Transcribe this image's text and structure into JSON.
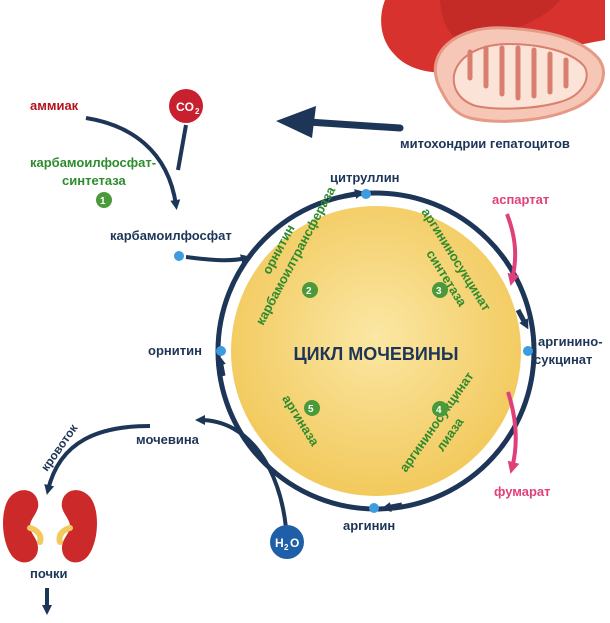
{
  "diagram": {
    "title": "ЦИКЛ МОЧЕВИНЫ",
    "mito_label": "митохондрии гепатоцитов",
    "inputs": {
      "ammonia": "аммиак",
      "co2": "CO",
      "co2_sub": "2",
      "aspartate": "аспартат",
      "water": "H",
      "water_sub": "2",
      "water_o": "O"
    },
    "metabolites": {
      "carbamoyl_phosphate": "карбамоилфосфат",
      "citrulline": "цитруллин",
      "argininosuccinate_line1": "аргинино-",
      "argininosuccinate_line2": "сукцинат",
      "arginine": "аргинин",
      "ornithine": "орнитин",
      "fumarate": "фумарат",
      "urea": "мочевина"
    },
    "outputs": {
      "bloodstream": "кровоток",
      "kidneys": "почки"
    },
    "enzymes": [
      {
        "num": "1",
        "line1": "карбамоилфосфат-",
        "line2": "синтетаза"
      },
      {
        "num": "2",
        "line1": "орнитин",
        "line2": "карбамоилтрансфераза"
      },
      {
        "num": "3",
        "line1": "аргининосукцинат",
        "line2": "синтетаза"
      },
      {
        "num": "4",
        "line1": "аргининосукцинат",
        "line2": "лиаза"
      },
      {
        "num": "5",
        "line1": "аргиназа",
        "line2": ""
      }
    ],
    "colors": {
      "cycle_line": "#1d3557",
      "cycle_fill": "#f7d777",
      "node": "#3d9be0",
      "enzyme_text": "#2e8b2e",
      "enzyme_badge": "#4a9a3a",
      "reactant_red": "#b5121b",
      "aspartate_pink": "#e0407a",
      "co2_circle": "#c8202e",
      "water_circle": "#1f5fa8",
      "liver": "#d8322e",
      "mitochondrion": "#f4b8a8",
      "kidney": "#cc2a2a"
    }
  }
}
